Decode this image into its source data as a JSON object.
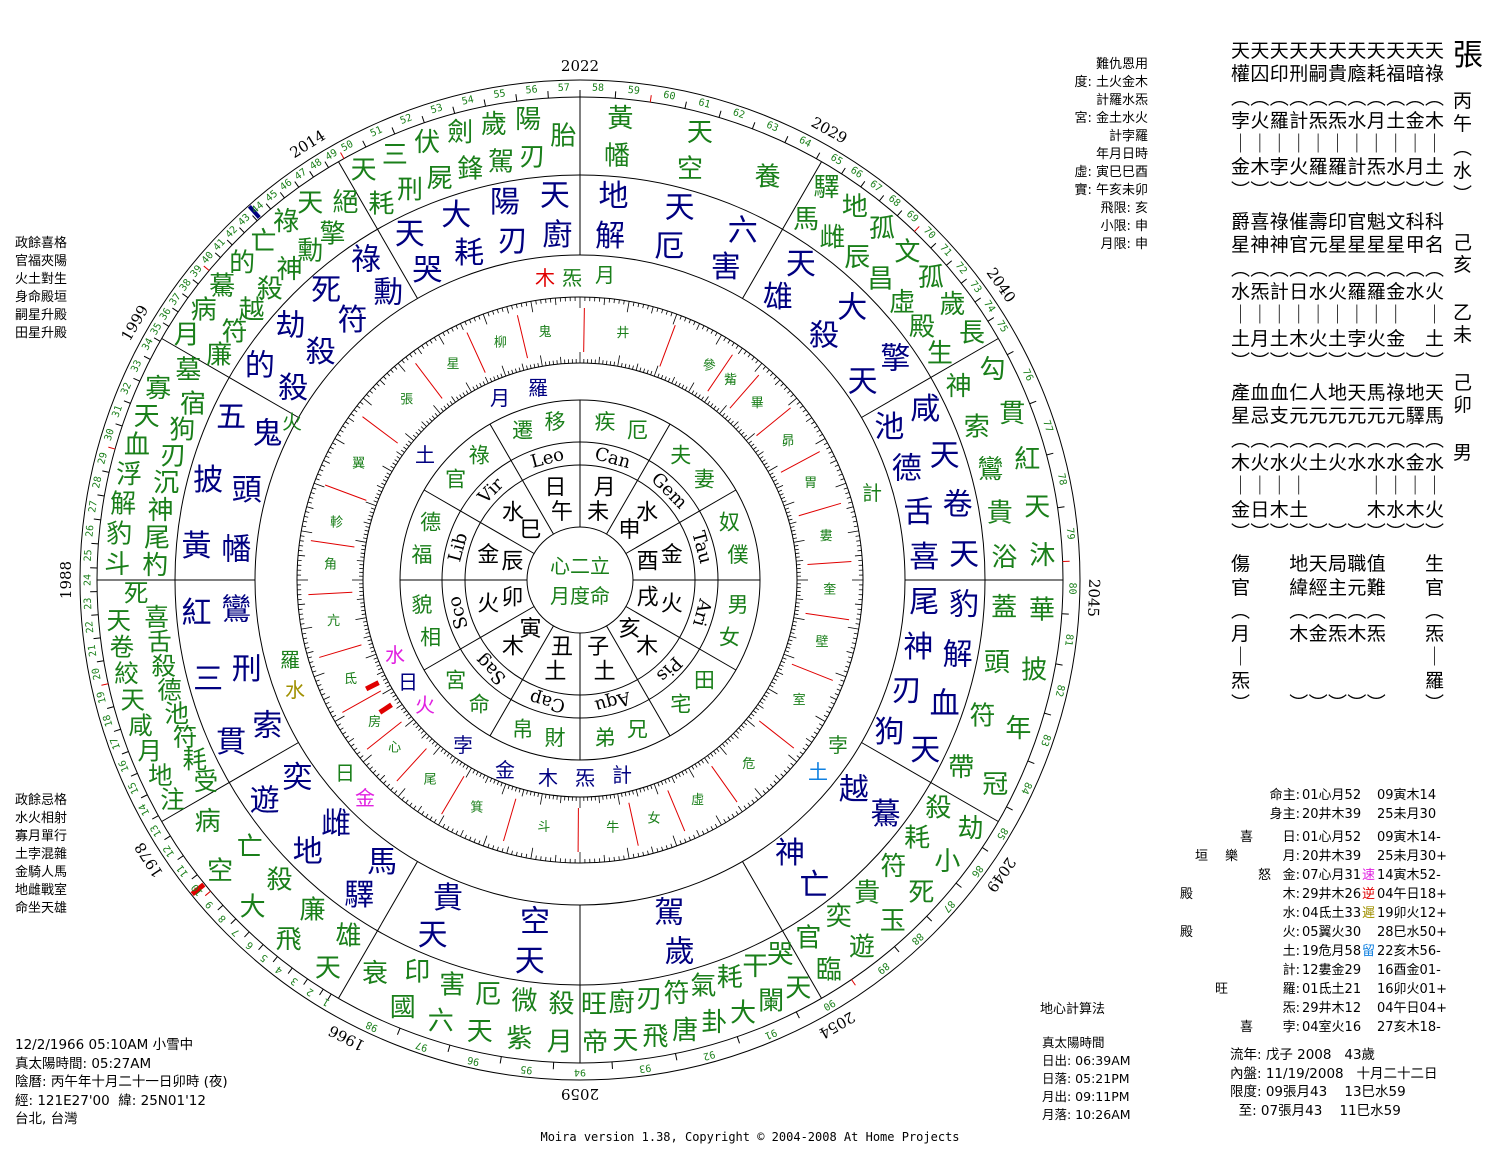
{
  "notes_top": [
    "政餘喜格",
    "官福夾陽",
    "火土對生",
    "身命殿垣",
    "嗣星升殿",
    "田星升殿"
  ],
  "notes_bottom": [
    "政餘忌格",
    "水火相射",
    "寡月單行",
    "土孛混雜",
    "金騎人馬",
    "地雌戰室",
    "命坐天雄"
  ],
  "birth_info": [
    "12/2/1966 05:10AM 小雪中",
    "真太陽時間: 05:27AM",
    "陰曆: 丙午年十月二十一日卯時 (夜)",
    "經: 121E27'00  緯: 25N01'12",
    "台北, 台灣"
  ],
  "copyright": "Moira version 1.38, Copyright © 2004-2008 At Home Projects",
  "method": "地心計算法",
  "solar": {
    "title": "真太陽時間",
    "rows": [
      "日出: 06:39AM",
      "日落: 05:21PM",
      "月出: 09:11PM",
      "月落: 10:26AM"
    ]
  },
  "right_info": [
    "難仇恩用",
    "度: 土火金木",
    "計羅水炁",
    "宮: 金土水火",
    "計孛羅",
    "",
    "年月日時",
    "虛: 寅巳巳酉",
    "實: 午亥未卯",
    "",
    "飛限: 亥",
    "小限: 申",
    "月限: 申"
  ],
  "star_table": [
    [
      "天天天天天天天天天天天",
      "權囚印刑嗣貴廕耗福暗祿",
      "︵︵︵︵︵︵︵︵︵︵︵",
      "孛火羅計炁炁水月土金木",
      "｜｜｜｜｜｜｜｜｜｜｜",
      "金木孛火羅羅計炁水月土",
      "︶︶︶︶︶︶︶︶︶︶︶"
    ],
    [
      "爵喜祿催壽印官魁文科科",
      "星神神官元星星星星甲名",
      "︵︵︵︵︵︵︵︵︵︵︵",
      "水炁計日水火羅羅金水火",
      "｜｜｜｜｜｜｜｜｜　｜",
      "土月土木火土孛火金　土",
      "︶︶︶︶︶︶︶︶︶︶︶"
    ],
    [
      "產血血仁人地天馬祿地天",
      "星忌支元元元元元元驛馬",
      "︵︵︵︵︵︵︵︵︵︵︵",
      "木火水火土火水水水金水",
      "｜｜｜｜　　　｜｜｜｜",
      "金日木土　　　木水木火",
      "︶︶︶︶︶︶︶︶︶︶︶"
    ],
    [
      "傷　　地天局職值　　生",
      "官　　緯經主元難　　官",
      "︵　　︵︵︵︵︵　　︵",
      "月　　木金炁木炁　　炁",
      "｜　　　　　　　　　｜",
      "炁　　　　　　　　　羅",
      "︶　　︶︶︶︶︶　　︶"
    ]
  ],
  "right_column": {
    "mansion": "張",
    "chars": [
      "丙",
      "午",
      "︵",
      "水",
      "︶",
      "己",
      "亥",
      "乙",
      "未",
      "己",
      "卯",
      "男"
    ]
  },
  "planet_table": {
    "rows": [
      {
        "label": "命主:",
        "v1": "01心月52",
        "mark": "",
        "v2": "09寅木14",
        "ann": []
      },
      {
        "label": "身主:",
        "v1": "20井木39",
        "mark": "",
        "v2": "25未月30",
        "ann": []
      },
      {
        "label": "日:",
        "v1": "01心月52",
        "mark": "",
        "v2": "09寅木14-",
        "ann": [
          "喜"
        ]
      },
      {
        "label": "月:",
        "v1": "20井木39",
        "mark": "",
        "v2": "25未月30+",
        "ann": [
          "垣",
          "樂"
        ]
      },
      {
        "label": "金:",
        "v1": "07心月31",
        "mark": "速",
        "v2": "14寅木52-",
        "ann": [
          "怒"
        ]
      },
      {
        "label": "木:",
        "v1": "29井木26",
        "mark": "逆",
        "v2": "04午日18+",
        "ann": [
          "殿"
        ]
      },
      {
        "label": "水:",
        "v1": "04氐土33",
        "mark": "遲",
        "v2": "19卯火12+",
        "ann": []
      },
      {
        "label": "火:",
        "v1": "05翼火30",
        "mark": "",
        "v2": "28巳水50+",
        "ann": [
          "殿"
        ]
      },
      {
        "label": "土:",
        "v1": "19危月58",
        "mark": "留",
        "v2": "22亥木56-",
        "ann": []
      },
      {
        "label": "計:",
        "v1": "12婁金29",
        "mark": "",
        "v2": "16酉金01-",
        "ann": []
      },
      {
        "label": "羅:",
        "v1": "01氐土21",
        "mark": "",
        "v2": "16卯火01+",
        "ann": [
          "旺"
        ]
      },
      {
        "label": "炁:",
        "v1": "29井木12",
        "mark": "",
        "v2": "04午日04+",
        "ann": []
      },
      {
        "label": "孛:",
        "v1": "04室火16",
        "mark": "",
        "v2": "27亥木18-",
        "ann": [
          "喜"
        ]
      }
    ],
    "mark_colors": {
      "速": "#e020e0",
      "逆": "#e00000",
      "遲": "#a09000",
      "留": "#1080e0"
    }
  },
  "liunian": [
    "流年: 戊子 2008   43歲",
    "內盤: 11/19/2008   十月二十二日",
    "限度: 09張月43    13巳水59",
    "  至: 07張月43    11巳水59"
  ],
  "colors": {
    "green": "#1a7f1a",
    "navy": "#000080",
    "red": "#e00000",
    "magenta": "#e020e0",
    "olive": "#a09000",
    "blue": "#1080e0"
  },
  "chart": {
    "center": [
      "心二立",
      "月度命"
    ],
    "sectors": [
      {
        "branch": "未",
        "ruler": "月",
        "sign": "Can",
        "palace": "疾厄",
        "outer": [
          "黃幡",
          "天空",
          "養"
        ],
        "middle": [
          "地解",
          "天厄",
          "六害"
        ]
      },
      {
        "branch": "申",
        "ruler": "水",
        "sign": "Gem",
        "palace": "夫妻",
        "outer": [
          "驛馬",
          "地雌",
          "孤辰",
          "文昌",
          "孤虛",
          "歲殿",
          "長生"
        ],
        "middle": [
          "天雄",
          "大殺",
          "擎天"
        ]
      },
      {
        "branch": "酉",
        "ruler": "金",
        "sign": "Tau",
        "palace": "奴僕",
        "outer": [
          "勾神",
          "貫索",
          "紅鸞",
          "天貴",
          "沐浴"
        ],
        "middle": [
          "咸池",
          "天德",
          "卷舌",
          "天喜"
        ]
      },
      {
        "branch": "戌",
        "ruler": "火",
        "sign": "Ari",
        "palace": "男女",
        "outer": [
          "華蓋",
          "披頭",
          "年符",
          "冠帶"
        ],
        "middle": [
          "豹尾",
          "解神",
          "血刃",
          "天狗"
        ]
      },
      {
        "branch": "亥",
        "ruler": "木",
        "sign": "Pis",
        "palace": "田宅",
        "outer": [
          "劫殺",
          "小耗",
          "死符",
          "玉貴",
          "遊奕",
          "臨官"
        ],
        "middle": [
          "驀越",
          "亡神"
        ]
      },
      {
        "branch": "子",
        "ruler": "土",
        "sign": "Aqu",
        "palace": "兄弟",
        "outer": [
          "天哭",
          "闌干",
          "大耗",
          "卦氣",
          "唐符",
          "飛刃",
          "天廚",
          "帝旺"
        ],
        "middle": [
          "歲駕"
        ]
      },
      {
        "branch": "丑",
        "ruler": "土",
        "sign": "Cap",
        "palace": "財帛",
        "outer": [
          "月殺",
          "紫微",
          "天厄",
          "六害",
          "國印",
          "衰"
        ],
        "middle": [
          "天空",
          "天貴"
        ]
      },
      {
        "branch": "寅",
        "ruler": "木",
        "sign": "Sag",
        "palace": "命宮",
        "outer": [
          "天雄",
          "飛廉",
          "大殺",
          "空亡",
          "病"
        ],
        "middle": [
          "驛馬",
          "地雌",
          "遊奕"
        ]
      },
      {
        "branch": "卯",
        "ruler": "火",
        "sign": "Sco",
        "palace": "相貌",
        "outer": [
          "注受",
          "地耗",
          "月符",
          "咸池",
          "天德",
          "絞殺",
          "卷舌",
          "天喜",
          "死"
        ],
        "middle": [
          "貫索",
          "三刑",
          "紅鸞"
        ]
      },
      {
        "branch": "辰",
        "ruler": "金",
        "sign": "Lib",
        "palace": "福德",
        "outer": [
          "斗杓",
          "豹尾",
          "解神",
          "浮沉",
          "血刃",
          "天狗",
          "寡宿",
          "墓"
        ],
        "middle": [
          "黃幡",
          "披頭",
          "五鬼"
        ]
      },
      {
        "branch": "巳",
        "ruler": "水",
        "sign": "Vir",
        "palace": "官祿",
        "outer": [
          "月廉",
          "病符",
          "驀越",
          "的殺",
          "亡神",
          "祿勳",
          "天擎",
          "絕"
        ],
        "middle": [
          "的殺",
          "劫殺",
          "死符",
          "祿勳"
        ]
      },
      {
        "branch": "午",
        "ruler": "日",
        "sign": "Leo",
        "palace": "遷移",
        "outer": [
          "天耗",
          "三刑",
          "伏屍",
          "劍鋒",
          "歲駕",
          "陽刃",
          "胎"
        ],
        "middle": [
          "天哭",
          "大耗",
          "陽刃",
          "天廚"
        ]
      }
    ],
    "mansions": [
      "柳",
      "鬼",
      "井",
      "參",
      "觜",
      "畢",
      "昴",
      "胃",
      "婁",
      "奎",
      "壁",
      "室",
      "危",
      "虛",
      "女",
      "牛",
      "斗",
      "箕",
      "尾",
      "心",
      "房",
      "氐",
      "亢",
      "角",
      "軫",
      "翼",
      "張",
      "星"
    ],
    "natal_planets": [
      {
        "g": "月",
        "c": "navy"
      },
      {
        "g": "羅",
        "c": "navy"
      },
      {
        "g": "土",
        "c": "navy"
      },
      {
        "g": "水",
        "c": "magenta"
      },
      {
        "g": "日",
        "c": "navy"
      },
      {
        "g": "火",
        "c": "magenta"
      },
      {
        "g": "孛",
        "c": "navy"
      },
      {
        "g": "金",
        "c": "navy"
      },
      {
        "g": "木",
        "c": "navy"
      },
      {
        "g": "炁",
        "c": "navy"
      },
      {
        "g": "計",
        "c": "navy"
      }
    ],
    "transit_planets": [
      {
        "g": "木",
        "c": "red"
      },
      {
        "g": "炁",
        "c": "green"
      },
      {
        "g": "月",
        "c": "green"
      },
      {
        "g": "火",
        "c": "green"
      },
      {
        "g": "計",
        "c": "green"
      },
      {
        "g": "孛",
        "c": "green"
      },
      {
        "g": "土",
        "c": "blue"
      },
      {
        "g": "羅",
        "c": "green"
      },
      {
        "g": "水",
        "c": "olive"
      },
      {
        "g": "日",
        "c": "green"
      },
      {
        "g": "金",
        "c": "magenta"
      }
    ],
    "years": [
      "1966",
      "1978",
      "1988",
      "1999",
      "2014",
      "2022",
      "2029",
      "2040",
      "2045",
      "2049",
      "2054",
      "2059"
    ],
    "ages": [
      1,
      2,
      3,
      4,
      5,
      6,
      7,
      8,
      9,
      10,
      11,
      12,
      13,
      14,
      15,
      16,
      17,
      18,
      19,
      20,
      21,
      22,
      23,
      24,
      25,
      26,
      27,
      28,
      29,
      30,
      31,
      32,
      33,
      34,
      35,
      36,
      37,
      38,
      39,
      40,
      41,
      42,
      43,
      44,
      45,
      46,
      47,
      48,
      49,
      50,
      51,
      52,
      53,
      54,
      55,
      56,
      57,
      58,
      59,
      60,
      61,
      62,
      63,
      64,
      65,
      66,
      67,
      68,
      69,
      70,
      71,
      72,
      73,
      74,
      75,
      76,
      77,
      78,
      79,
      80,
      81,
      82,
      83,
      84,
      85,
      86,
      87,
      88,
      89,
      90,
      91,
      92,
      93,
      94,
      95,
      96,
      97,
      98
    ]
  }
}
